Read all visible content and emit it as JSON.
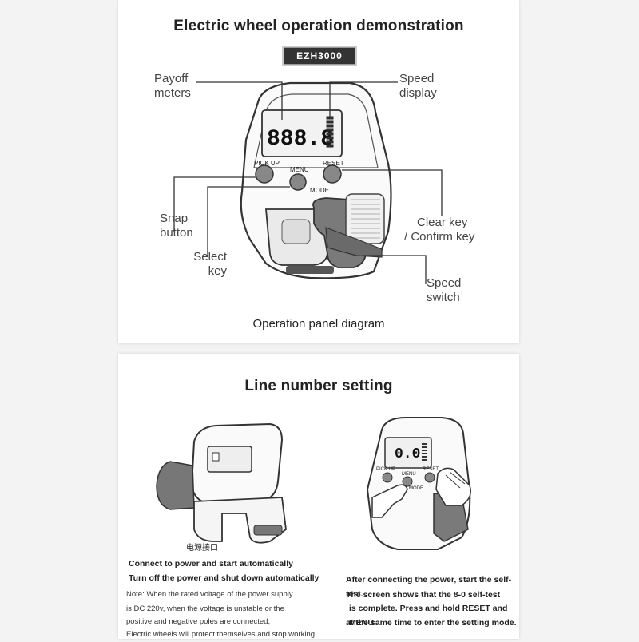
{
  "panel": {
    "title": "Electric wheel operation demonstration",
    "model": "EZH3000",
    "caption": "Operation panel diagram",
    "display_value": "888.8",
    "button_labels": {
      "pickup": "PICK UP",
      "menu": "MENU",
      "reset": "RESET",
      "mode": "MODE"
    },
    "labels": {
      "payoff": [
        "Payoff",
        "meters"
      ],
      "speed_display": [
        "Speed",
        "display"
      ],
      "snap": [
        "Snap",
        "button"
      ],
      "select": [
        "Select",
        "key"
      ],
      "clear": [
        "Clear key",
        "/ Confirm key"
      ],
      "speed_switch": [
        "Speed",
        "switch"
      ]
    }
  },
  "line_setting": {
    "title": "Line number setting",
    "port_label": "电源接口",
    "display_value": "0.0",
    "small_labels": {
      "pickup": "PICK UP",
      "menu": "MENU",
      "reset": "RESET",
      "mode": "MODE"
    },
    "left_notes": {
      "line1": "Connect to power and start automatically",
      "line2": "Turn off the power and shut down automatically",
      "note1": "Note: When the rated voltage of the power supply",
      "note2": "is DC 220v, when the voltage is unstable or the",
      "note3": "positive and negative poles are connected,",
      "note4": "Electric wheels will protect themselves and stop working"
    },
    "right_notes": {
      "line1": "After connecting the power, start the self-test.",
      "line2": "The screen shows that the 8-0 self-test",
      "line3": "is complete. Press and hold RESET and MENU",
      "line4": "at the same time to enter the setting mode."
    }
  }
}
